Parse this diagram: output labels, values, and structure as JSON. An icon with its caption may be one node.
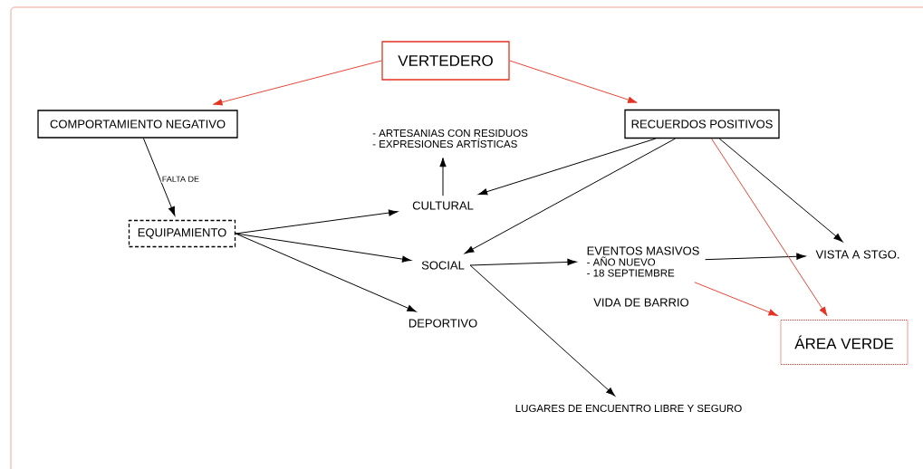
{
  "diagram": {
    "nodes": [
      {
        "text": [
          "VERTEDERO"
        ]
      },
      {
        "text": [
          "COMPORTAMIENTO NEGATIVO"
        ]
      },
      {
        "text": [
          "RECUERDOS POSITIVOS"
        ]
      },
      {
        "text": [
          "- ARTESANIAS CON RESIDUOS",
          "- EXPRESIONES ARTÍSTICAS"
        ]
      },
      {
        "text": [
          "EQUIPAMIENTO"
        ]
      },
      {
        "text": [
          "CULTURAL"
        ]
      },
      {
        "text": [
          "SOCIAL"
        ]
      },
      {
        "text": [
          "DEPORTIVO"
        ]
      },
      {
        "text": [
          "EVENTOS MASIVOS",
          "- AÑO NUEVO",
          "- 18 SEPTIEMBRE"
        ]
      },
      {
        "text": [
          "VISTA A STGO."
        ]
      },
      {
        "text": [
          "ÁREA VERDE"
        ]
      },
      {
        "text": [
          "LUGARES DE ENCUENTRO LIBRE Y SEGURO"
        ]
      }
    ],
    "edges": [
      {
        "from": 0,
        "to": 1,
        "arrow": "to",
        "color": "#e53222"
      },
      {
        "from": 0,
        "to": 2,
        "arrow": "to",
        "color": "#e53222"
      },
      {
        "from": 1,
        "to": 4,
        "arrow": "to",
        "label": "FALTA DE"
      },
      {
        "from": 5,
        "to": 3,
        "arrow": "to"
      },
      {
        "from": 4,
        "to": 5,
        "arrow": "to"
      },
      {
        "from": 4,
        "to": 6,
        "arrow": "to"
      },
      {
        "from": 4,
        "to": 7,
        "arrow": "to"
      },
      {
        "from": 2,
        "to": 5,
        "arrow": "to"
      },
      {
        "from": 2,
        "to": 6,
        "arrow": "to"
      },
      {
        "from": 6,
        "to": 8,
        "arrow": "to"
      },
      {
        "from": 6,
        "to": 11,
        "arrow": "to"
      },
      {
        "from": 8,
        "to": 9,
        "arrow": "to"
      },
      {
        "from": 8,
        "to": 10,
        "arrow": "to",
        "color": "#e53222"
      },
      {
        "from": 2,
        "to": 9,
        "arrow": "to"
      },
      {
        "from": 2,
        "to": 10,
        "arrow": "to",
        "color": "#e53222"
      }
    ],
    "labels": [
      "VIDA DE BARRIO"
    ]
  }
}
